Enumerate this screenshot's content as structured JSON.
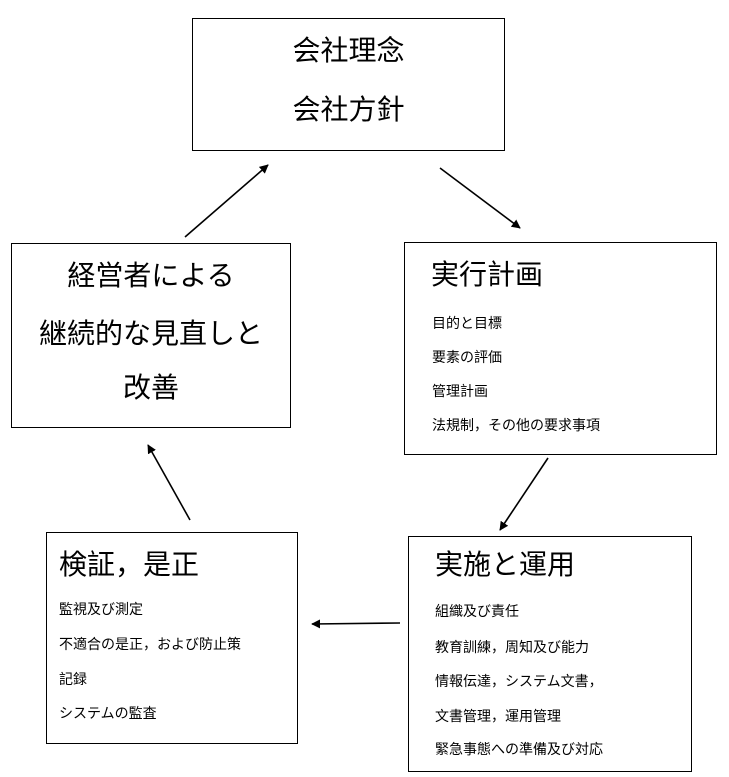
{
  "policy_box": {
    "line1": "会社理念",
    "line2": "会社方針"
  },
  "plan_box": {
    "title": "実行計画",
    "items": [
      "目的と目標",
      "要素の評価",
      "管理計画",
      "法規制，その他の要求事項"
    ]
  },
  "implement_box": {
    "title": "実施と運用",
    "items": [
      "組織及び責任",
      "教育訓練，周知及び能力",
      "情報伝達，システム文書，",
      "文書管理，運用管理",
      "緊急事態への準備及び対応"
    ]
  },
  "check_box": {
    "title": "検証，是正",
    "items": [
      "監視及び測定",
      "不適合の是正，および防止策",
      "記録",
      "システムの監査"
    ]
  },
  "review_box": {
    "lines": [
      "経営者による",
      "継続的な見直しと",
      "改善"
    ]
  }
}
